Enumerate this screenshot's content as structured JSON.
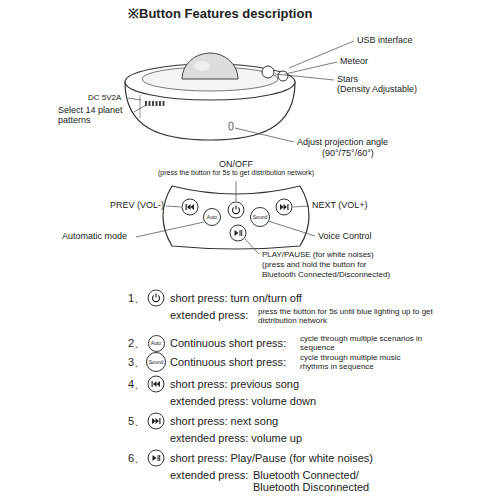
{
  "diagram": {
    "title": "※Button Features description",
    "nodes": [
      {
        "text": [
          "Auto"
        ]
      },
      {
        "text": [
          "Sound"
        ]
      },
      {
        "text": [
          "Auto"
        ]
      },
      {
        "text": [
          "Sound"
        ]
      }
    ],
    "labels": [
      "USB interface",
      "Meteor",
      "Stars",
      "(Density Adjustable)",
      "DC 5V2A",
      "Select 14 planet patterns",
      "Adjust projection angle",
      "(90°/75°/60°)",
      "ON/OFF",
      "(press the button for 5s to get distribution network)",
      "PREV (VOL-)",
      "NEXT (VOL+)",
      "Automatic mode",
      "Voice Control",
      "PLAY/PAUSE (for white noises)",
      "(press and hold the button for",
      "Bluetooth Connected/Disconnected)",
      "1、",
      "short press: turn on/turn off",
      "extended press:",
      "press the button for 5s until blue lighting up to get distribution network",
      "2、",
      "Continuous short press:",
      "cycle through multiple scenarios in sequence",
      "3、",
      "Continuous short press:",
      "cycle through multiple music rhythms in sequence",
      "4、",
      "short press: previous song",
      "extended press: volume down",
      "5、",
      "short press: next song",
      "extended press: volume up",
      "6、",
      "short press: Play/Pause (for white noises)",
      "extended press:",
      "Bluetooth Connected/ Bluetooth Disconnected"
    ]
  }
}
